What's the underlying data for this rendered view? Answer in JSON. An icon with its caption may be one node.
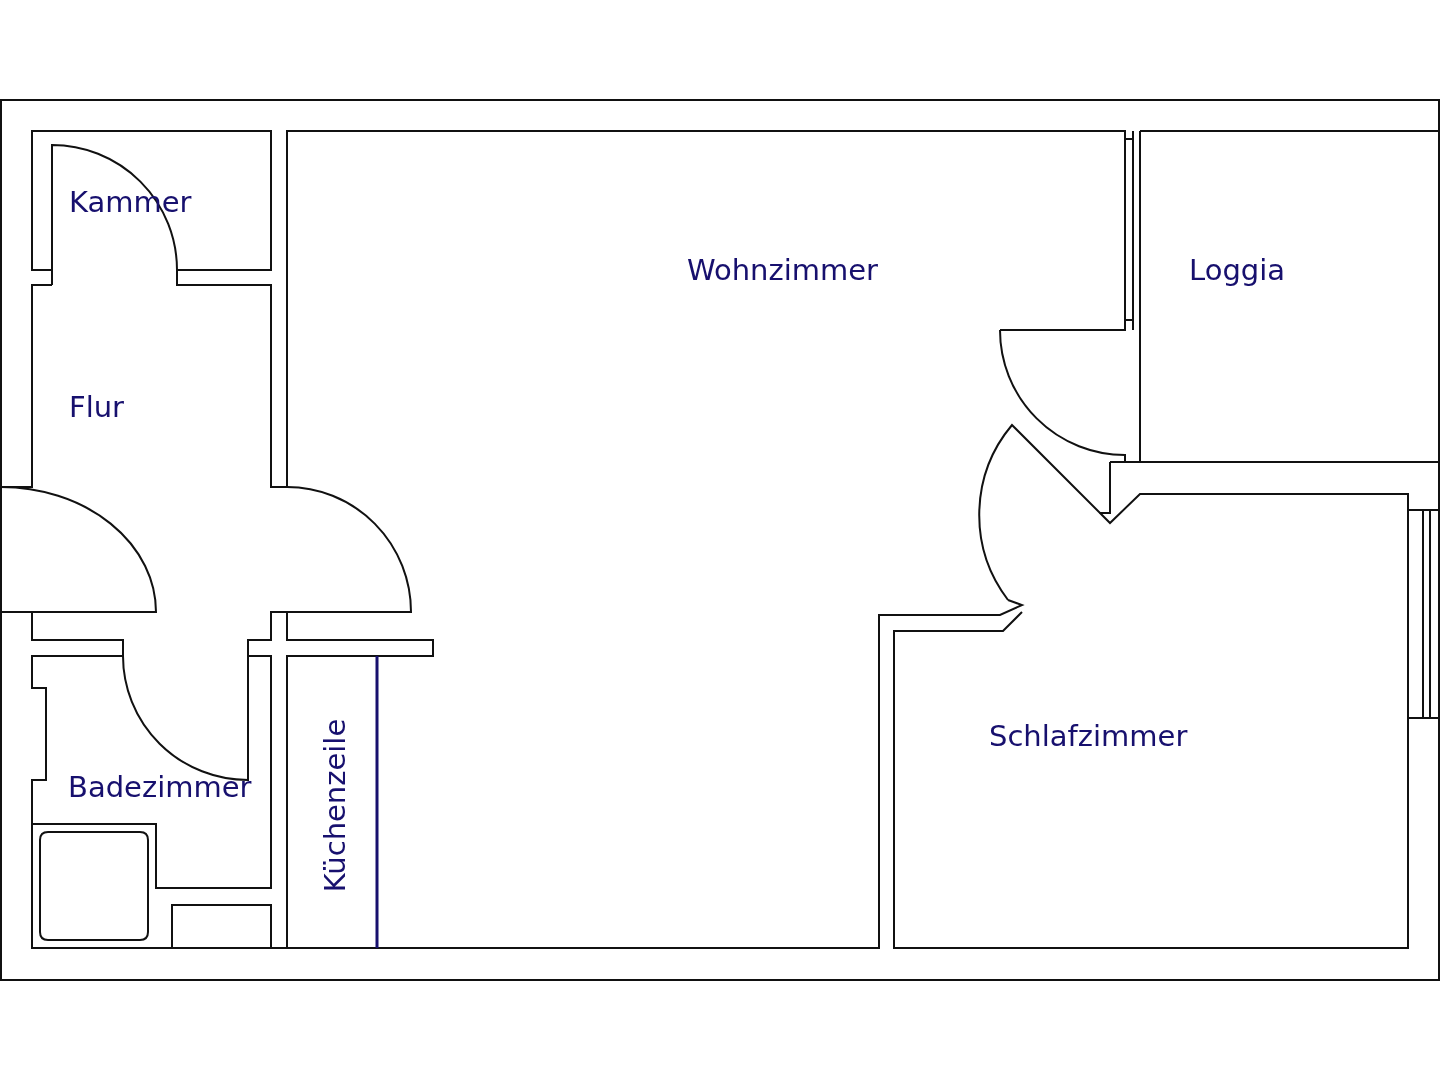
{
  "diagram": {
    "labels": [
      "Kammer",
      "Wohnzimmer",
      "Loggia",
      "Flur",
      "Badezimmer",
      "Küchenzeile",
      "Schlafzimmer"
    ]
  }
}
